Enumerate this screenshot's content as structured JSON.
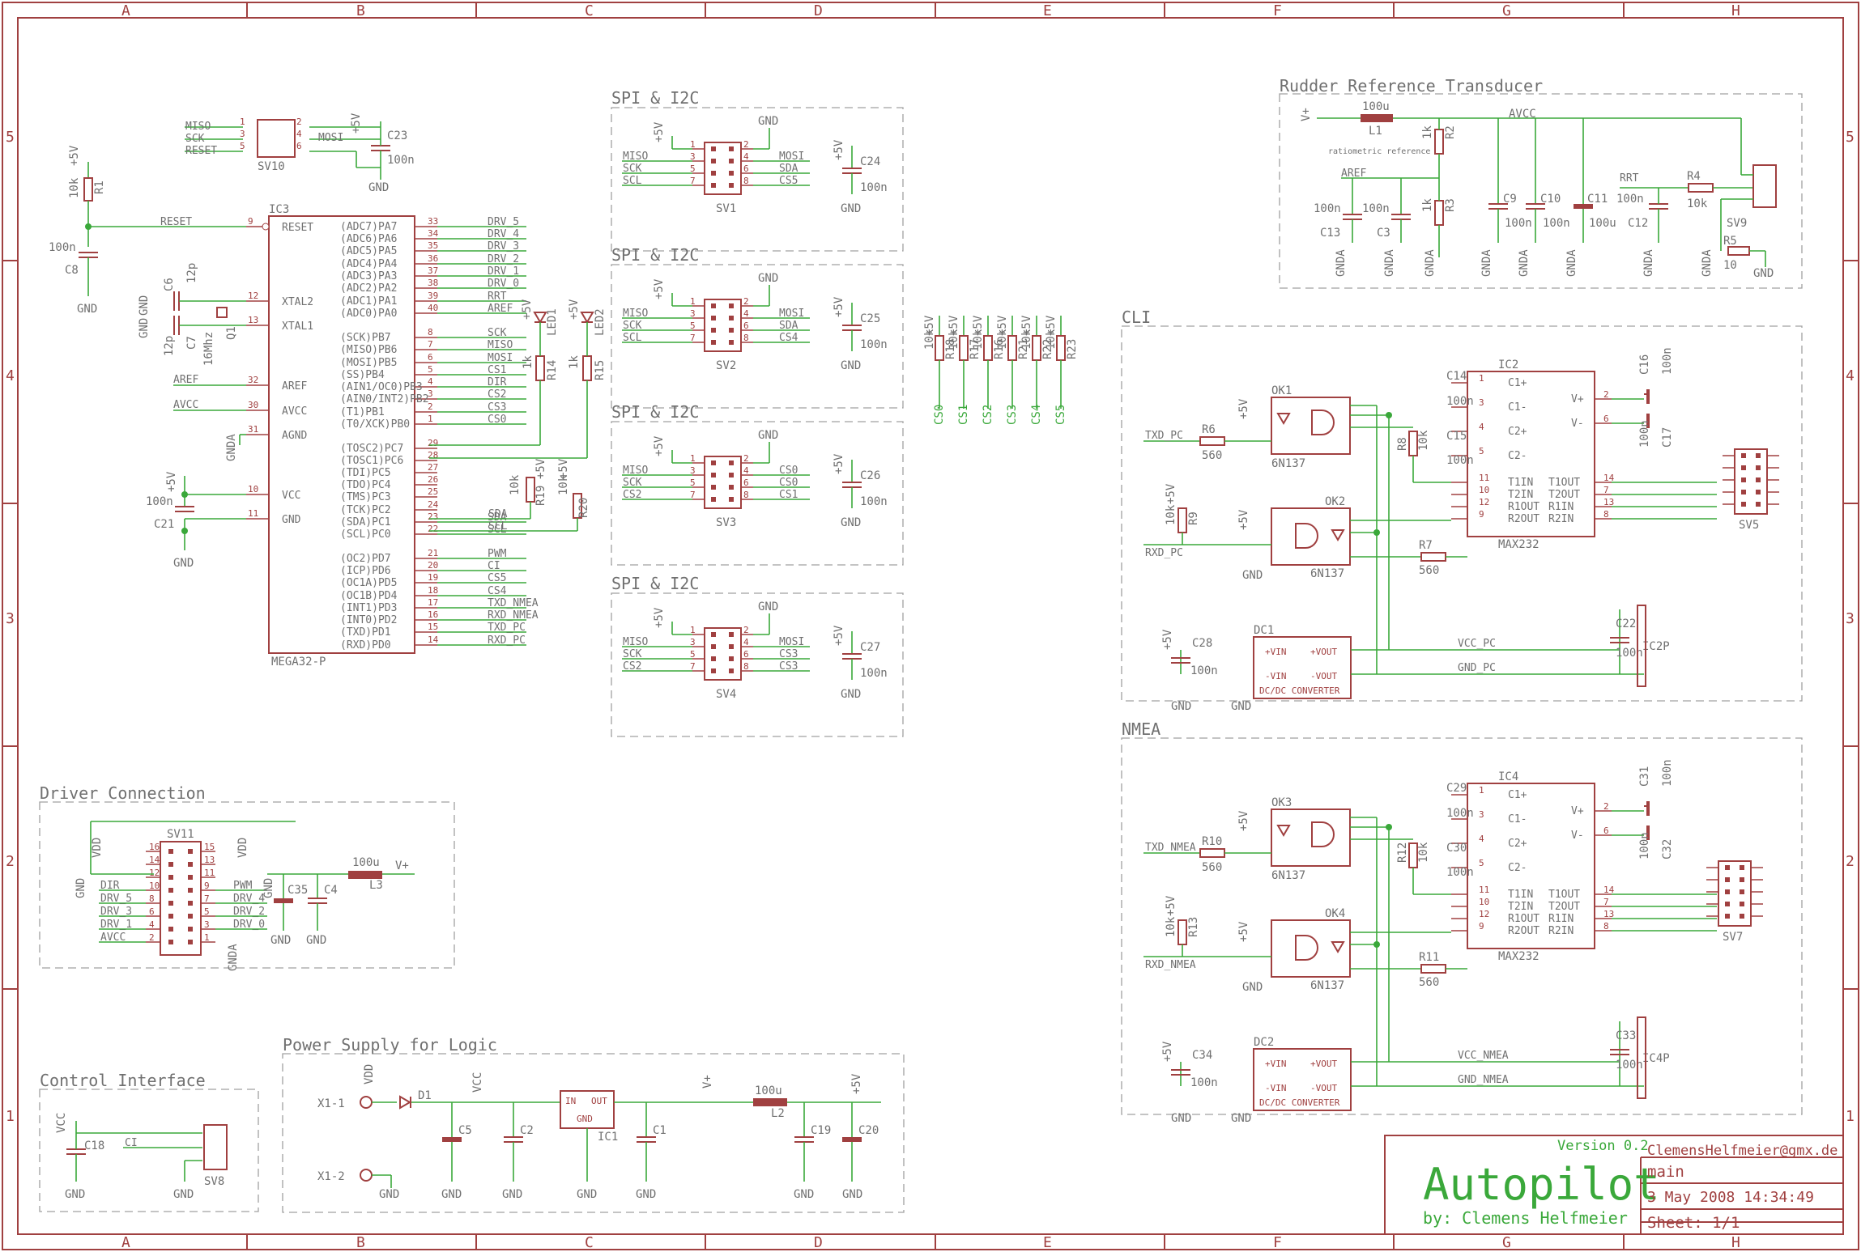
{
  "title_block": {
    "version": "Version 0.2",
    "email": "ClemensHelfmeier@gmx.de",
    "project": "Autopilot",
    "author": "by: Clemens Helfmeier",
    "sheet_name": "main",
    "date": "3 May 2008 14:34:49",
    "sheet": "Sheet: 1/1"
  },
  "zones": {
    "columns": [
      "A",
      "B",
      "C",
      "D",
      "E",
      "F",
      "G",
      "H"
    ],
    "rows": [
      "5",
      "4",
      "3",
      "2",
      "1"
    ]
  },
  "groups": {
    "spi1": "SPI & I2C",
    "spi2": "SPI & I2C",
    "spi3": "SPI & I2C",
    "spi4": "SPI & I2C",
    "rudder": "Rudder Reference Transducer",
    "cli": "CLI",
    "nmea": "NMEA",
    "driver": "Driver Connection",
    "power": "Power Supply for Logic",
    "control": "Control Interface"
  },
  "mcu": {
    "name": "IC3",
    "part": "MEGA32-P",
    "left_pins": [
      {
        "label": "RESET",
        "num": "9"
      },
      {
        "label": "XTAL2",
        "num": "12"
      },
      {
        "label": "XTAL1",
        "num": "13"
      },
      {
        "label": "AREF",
        "num": "32"
      },
      {
        "label": "AVCC",
        "num": "30"
      },
      {
        "label": "AGND",
        "num": "31"
      },
      {
        "label": "VCC",
        "num": "10"
      },
      {
        "label": "GND",
        "num": "11"
      }
    ],
    "right_pins": [
      {
        "label": "(ADC7)PA7",
        "num": "33",
        "net": "DRV_5"
      },
      {
        "label": "(ADC6)PA6",
        "num": "34",
        "net": "DRV_4"
      },
      {
        "label": "(ADC5)PA5",
        "num": "35",
        "net": "DRV_3"
      },
      {
        "label": "(ADC4)PA4",
        "num": "36",
        "net": "DRV_2"
      },
      {
        "label": "(ADC3)PA3",
        "num": "37",
        "net": "DRV_1"
      },
      {
        "label": "(ADC2)PA2",
        "num": "38",
        "net": "DRV_0"
      },
      {
        "label": "(ADC1)PA1",
        "num": "39",
        "net": "RRT"
      },
      {
        "label": "(ADC0)PA0",
        "num": "40",
        "net": "AREF"
      },
      {
        "label": "(SCK)PB7",
        "num": "8",
        "net": "SCK"
      },
      {
        "label": "(MISO)PB6",
        "num": "7",
        "net": "MISO"
      },
      {
        "label": "(MOSI)PB5",
        "num": "6",
        "net": "MOSI"
      },
      {
        "label": "(SS)PB4",
        "num": "5",
        "net": "CS1"
      },
      {
        "label": "(AIN1/OC0)PB3",
        "num": "4",
        "net": "DIR"
      },
      {
        "label": "(AIN0/INT2)PB2",
        "num": "3",
        "net": "CS2"
      },
      {
        "label": "(T1)PB1",
        "num": "2",
        "net": "CS3"
      },
      {
        "label": "(T0/XCK)PB0",
        "num": "1",
        "net": "CS0"
      },
      {
        "label": "(TOSC2)PC7",
        "num": "29",
        "net": ""
      },
      {
        "label": "(TOSC1)PC6",
        "num": "28",
        "net": ""
      },
      {
        "label": "(TDI)PC5",
        "num": "27",
        "net": ""
      },
      {
        "label": "(TDO)PC4",
        "num": "26",
        "net": ""
      },
      {
        "label": "(TMS)PC3",
        "num": "25",
        "net": ""
      },
      {
        "label": "(TCK)PC2",
        "num": "24",
        "net": ""
      },
      {
        "label": "(SDA)PC1",
        "num": "23",
        "net": "SDA"
      },
      {
        "label": "(SCL)PC0",
        "num": "22",
        "net": "SCL"
      },
      {
        "label": "(OC2)PD7",
        "num": "21",
        "net": "PWM"
      },
      {
        "label": "(ICP)PD6",
        "num": "20",
        "net": "CI"
      },
      {
        "label": "(OC1A)PD5",
        "num": "19",
        "net": "CS5"
      },
      {
        "label": "(OC1B)PD4",
        "num": "18",
        "net": "CS4"
      },
      {
        "label": "(INT1)PD3",
        "num": "17",
        "net": "TXD_NMEA"
      },
      {
        "label": "(INT0)PD2",
        "num": "16",
        "net": "RXD_NMEA"
      },
      {
        "label": "(TXD)PD1",
        "num": "15",
        "net": "TXD_PC"
      },
      {
        "label": "(RXD)PD0",
        "num": "14",
        "net": "RXD_PC"
      }
    ]
  },
  "sv10": {
    "name": "SV10",
    "nets": [
      "MISO",
      "SCK",
      "RESET"
    ],
    "right": "MOSI",
    "c": "C23",
    "cv": "100n",
    "pwr": "+5V",
    "gnd": "GND",
    "pins": [
      "1",
      "2",
      "3",
      "4",
      "5",
      "6"
    ]
  },
  "reset": {
    "r": "R1",
    "rv": "10k",
    "pwr": "+5V",
    "net": "RESET",
    "c": "C8",
    "cv": "100n",
    "gnd": "GND"
  },
  "xtal": {
    "c6": "C6",
    "c7": "C7",
    "cv": "12p",
    "q": "Q1",
    "qv": "16Mhz",
    "gnd": "GND",
    "gnd2": "GND"
  },
  "analog": {
    "aref": "AREF",
    "avcc": "AVCC",
    "gnda": "GNDA"
  },
  "vcc_dec": {
    "c": "C21",
    "cv": "100n",
    "pwr": "+5V",
    "gnd": "GND"
  },
  "leds": {
    "r14": "R14",
    "r15": "R15",
    "rv": "1k",
    "led1": "LED1",
    "led2": "LED2",
    "pwr": "+5V"
  },
  "i2c_pull": {
    "r19": "R19",
    "r20": "R20",
    "rv": "10k",
    "pwr": "+5V",
    "sda": "SDA",
    "scl": "SCL"
  },
  "spi_headers": [
    {
      "name": "SV1",
      "left": [
        "MISO",
        "SCK",
        "SCL"
      ],
      "right": [
        "MOSI",
        "SDA",
        "CS5"
      ],
      "c": "C24",
      "cv": "100n"
    },
    {
      "name": "SV2",
      "left": [
        "MISO",
        "SCK",
        "SCL"
      ],
      "right": [
        "MOSI",
        "SDA",
        "CS4"
      ],
      "c": "C25",
      "cv": "100n"
    },
    {
      "name": "SV3",
      "left": [
        "MISO",
        "SCK",
        "CS2"
      ],
      "right": [
        "CS0",
        "CS0",
        "CS1"
      ],
      "c": "C26",
      "cv": "100n"
    },
    {
      "name": "SV4",
      "left": [
        "MISO",
        "SCK",
        "CS2"
      ],
      "right": [
        "MOSI",
        "CS3",
        "CS3"
      ],
      "c": "C27",
      "cv": "100n"
    }
  ],
  "spi_common": {
    "pwr": "+5V",
    "gnd": "GND",
    "pins": [
      "1",
      "2",
      "3",
      "4",
      "5",
      "6",
      "7",
      "8"
    ]
  },
  "cs_pullups": {
    "names": [
      "R18",
      "R17",
      "R16",
      "R21",
      "R22",
      "R23"
    ],
    "value": "10k",
    "pwr": "+5V",
    "nets": [
      "CS0",
      "CS1",
      "CS2",
      "CS3",
      "CS4",
      "CS5"
    ]
  },
  "rudder": {
    "vplus": "V+",
    "l1": "L1",
    "l1v": "100u",
    "avcc": "AVCC",
    "r2": "R2",
    "r3": "R3",
    "rv": "1k",
    "note": "ratiometric reference",
    "aref": "AREF",
    "caps": [
      {
        "n": "C13",
        "v": "100n"
      },
      {
        "n": "C3",
        "v": "100n"
      },
      {
        "n": "C9",
        "v": "100n"
      },
      {
        "n": "C10",
        "v": "100n"
      },
      {
        "n": "C11",
        "v": "100u"
      },
      {
        "n": "C12",
        "v": "100n"
      }
    ],
    "rrt": "RRT",
    "r4": "R4",
    "r4v": "10k",
    "r5": "R5",
    "r5v": "10",
    "sv9": "SV9",
    "gnda": "GNDA",
    "gnd": "GND"
  },
  "cli": {
    "ok1": "OK1",
    "ok2": "OK2",
    "okpart": "6N137",
    "ic": "IC2",
    "icpart": "MAX232",
    "r6": "R6",
    "r7": "R7",
    "r560": "560",
    "r8": "R8",
    "r9": "R9",
    "r9v": "10k",
    "r8v": "10k",
    "txd": "TXD_PC",
    "rxd": "RXD_PC",
    "c14": "C14",
    "c15": "C15",
    "c16": "C16",
    "c17": "C17",
    "c22": "C22",
    "c28": "C28",
    "cv": "100n",
    "ic_left": [
      "C1+",
      "C1-",
      "C2+",
      "C2-",
      "T1IN",
      "T2IN",
      "R1OUT",
      "R2OUT"
    ],
    "ic_left_num": [
      "1",
      "3",
      "4",
      "5",
      "11",
      "10",
      "12",
      "9"
    ],
    "ic_right": [
      "V+",
      "V-",
      "T1OUT",
      "T2OUT",
      "R1IN",
      "R2IN"
    ],
    "ic_right_num": [
      "2",
      "6",
      "14",
      "7",
      "13",
      "8"
    ],
    "dc": "DC1",
    "dcpart": "DC/DC CONVERTER",
    "vin": "+VIN",
    "nvin": "-VIN",
    "vout": "+VOUT",
    "nvout": "-VOUT",
    "vcc_net": "VCC_PC",
    "gnd_net": "GND_PC",
    "ic2p": "IC2P",
    "sv5": "SV5",
    "pwr": "+5V",
    "gnd": "GND"
  },
  "nmea": {
    "ok3": "OK3",
    "ok4": "OK4",
    "okpart": "6N137",
    "ic": "IC4",
    "icpart": "MAX232",
    "r10": "R10",
    "r11": "R11",
    "r560": "560",
    "r12": "R12",
    "r13": "R13",
    "r13v": "10k",
    "r12v": "10k",
    "txd": "TXD_NMEA",
    "rxd": "RXD_NMEA",
    "c29": "C29",
    "c30": "C30",
    "c31": "C31",
    "c32": "C32",
    "c33": "C33",
    "c34": "C34",
    "cv": "100n",
    "dc": "DC2",
    "vcc_net": "VCC_NMEA",
    "gnd_net": "GND_NMEA",
    "ic4p": "IC4P",
    "sv7": "SV7"
  },
  "driver": {
    "sv11": "SV11",
    "vdd": "VDD",
    "gnd": "GND",
    "gnda": "GNDA",
    "left_nets": [
      "DIR",
      "DRV_5",
      "DRV_3",
      "DRV_1",
      "AVCC"
    ],
    "right_nets": [
      "PWM",
      "DRV_4",
      "DRV_2",
      "DRV_0"
    ],
    "left_nums": [
      "16",
      "14",
      "12",
      "10",
      "8",
      "6",
      "4",
      "2"
    ],
    "right_nums": [
      "15",
      "13",
      "11",
      "9",
      "7",
      "5",
      "3",
      "1"
    ],
    "c35": "C35",
    "c4": "C4",
    "l3": "L3",
    "l3v": "100u",
    "vplus": "V+"
  },
  "power": {
    "x1_1": "X1-1",
    "x1_2": "X1-2",
    "d1": "D1",
    "vdd": "VDD",
    "vcc": "VCC",
    "c5": "C5",
    "c2": "C2",
    "ic1": "IC1",
    "in": "IN",
    "out": "OUT",
    "gnd_pin": "GND",
    "c1": "C1",
    "vplus": "V+",
    "l2": "L2",
    "l2v": "100u",
    "c19": "C19",
    "c20": "C20",
    "pwr": "+5V",
    "gnd": "GND"
  },
  "control": {
    "vcc": "VCC",
    "c18": "C18",
    "ci": "CI",
    "sv8": "SV8",
    "gnd": "GND"
  },
  "colors": {
    "frame": "#a04040",
    "wire": "#3aa83a",
    "text": "#707070",
    "group": "#a0a0a0"
  }
}
